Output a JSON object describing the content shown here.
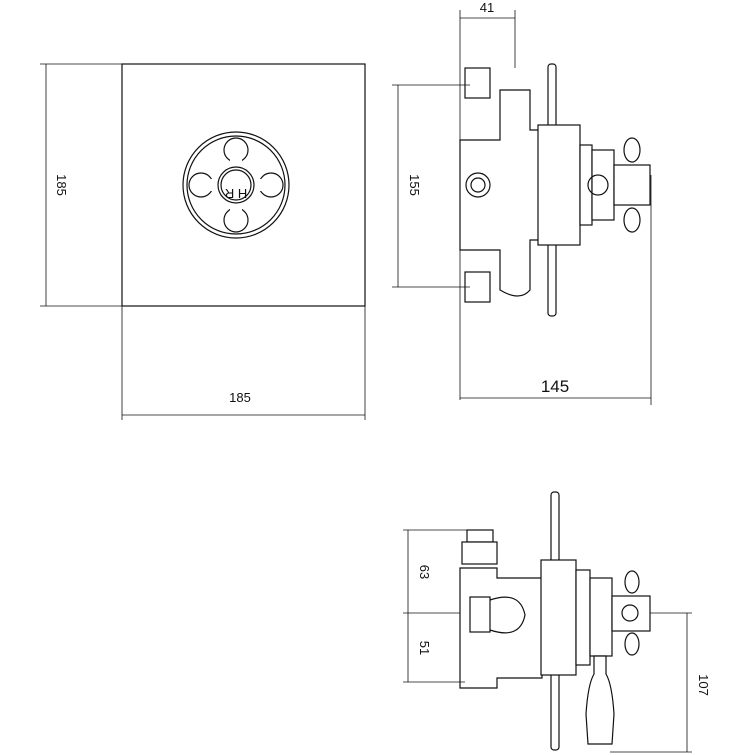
{
  "drawing": {
    "front_view": {
      "height_label": "185",
      "width_label": "185",
      "handle_marking": "H R"
    },
    "side_view_top": {
      "offset_label": "41",
      "height_label": "155",
      "depth_label": "145"
    },
    "side_view_bottom": {
      "upper_label": "63",
      "lower_label": "51",
      "handle_drop_label": "107"
    },
    "line_color": "#111111"
  }
}
